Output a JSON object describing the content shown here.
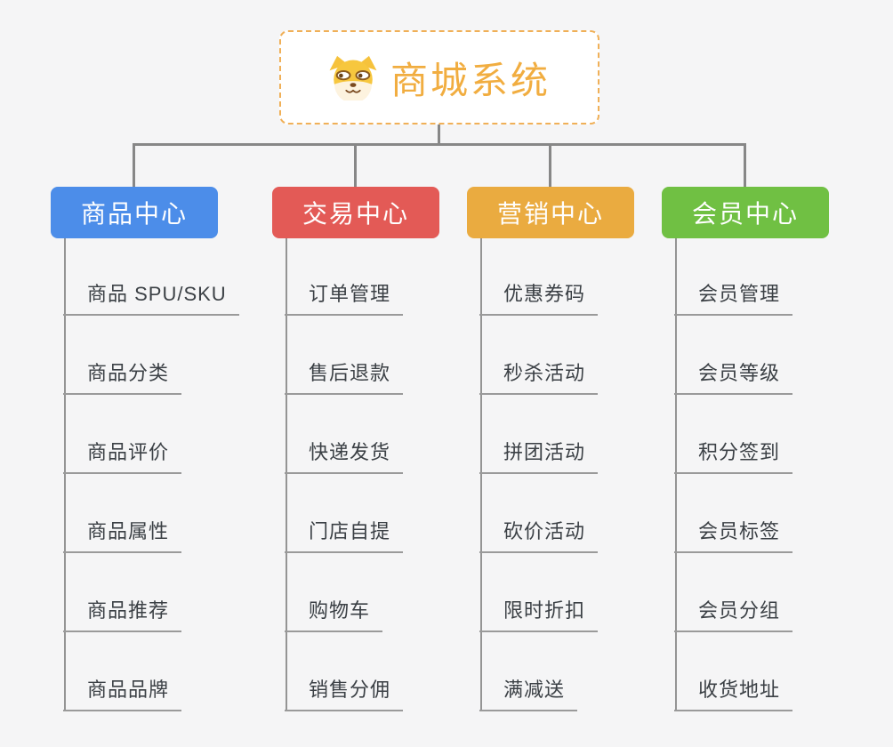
{
  "canvas": {
    "background": "#f5f5f6",
    "connector_color": "#878787",
    "leaf_text_color": "#3b4045",
    "leaf_line_color": "#9a9a9a"
  },
  "root": {
    "label": "商城系统",
    "icon": "shiba-dog-icon",
    "background": "#ffffff",
    "border_color": "#f0b058",
    "text_color": "#f1ad40"
  },
  "branches": [
    {
      "label": "商品中心",
      "color": "#4c8de9",
      "children": [
        "商品 SPU/SKU",
        "商品分类",
        "商品评价",
        "商品属性",
        "商品推荐",
        "商品品牌"
      ]
    },
    {
      "label": "交易中心",
      "color": "#e35a56",
      "children": [
        "订单管理",
        "售后退款",
        "快递发货",
        "门店自提",
        "购物车",
        "销售分佣"
      ]
    },
    {
      "label": "营销中心",
      "color": "#eaab40",
      "children": [
        "优惠券码",
        "秒杀活动",
        "拼团活动",
        "砍价活动",
        "限时折扣",
        "满减送"
      ]
    },
    {
      "label": "会员中心",
      "color": "#70c043",
      "children": [
        "会员管理",
        "会员等级",
        "积分签到",
        "会员标签",
        "会员分组",
        "收货地址"
      ]
    }
  ]
}
